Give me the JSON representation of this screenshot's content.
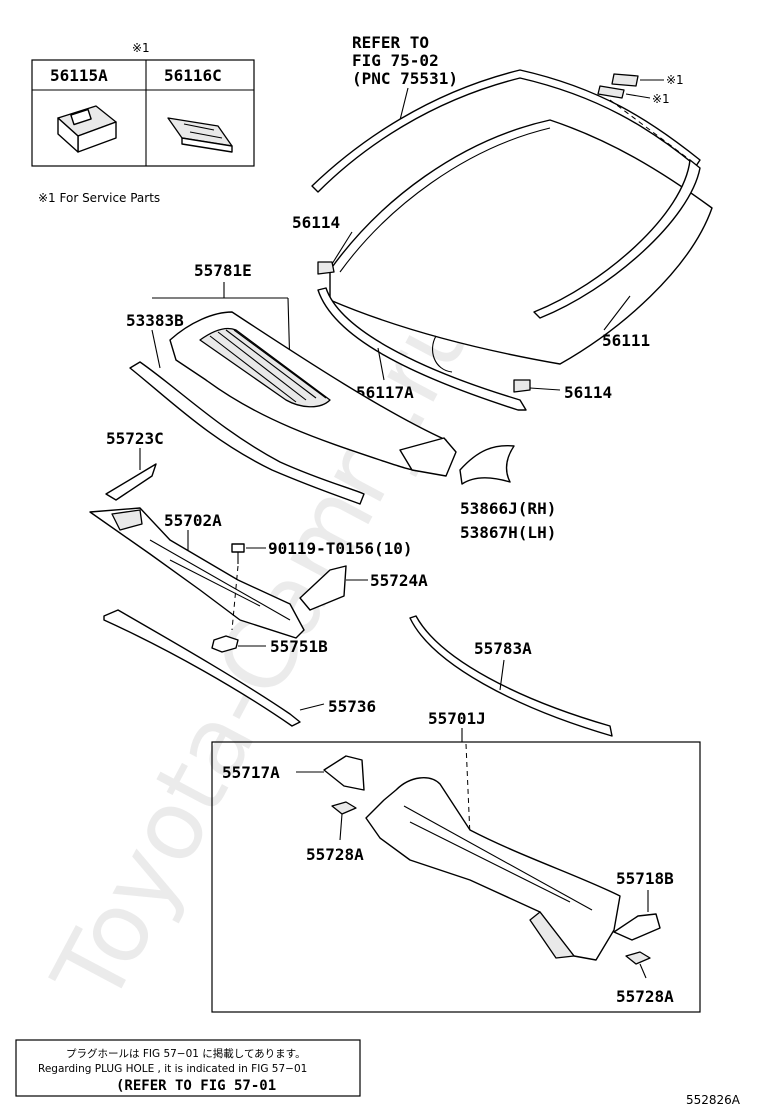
{
  "watermark": "Toyota-Camry.ru",
  "legend_box": {
    "mark": "※1",
    "col1": "56115A",
    "col2": "56116C"
  },
  "service_note": "※1 For Service Parts",
  "refer_text": {
    "line1": "REFER TO",
    "line2": "FIG 75-02",
    "line3": "(PNC 75531)"
  },
  "service_marks": {
    "m1": "※1",
    "m2": "※1"
  },
  "labels": {
    "p56114_top": "56114",
    "p55781e": "55781E",
    "p53383b": "53383B",
    "p56111": "56111",
    "p56117a": "56117A",
    "p56114_bot": "56114",
    "p55723c": "55723C",
    "p55702a": "55702A",
    "p53866j": "53866J(RH)",
    "p53867h": "53867H(LH)",
    "p90119": "90119-T0156(10)",
    "p55724a": "55724A",
    "p55751b": "55751B",
    "p55783a": "55783A",
    "p55736": "55736",
    "p55701j": "55701J",
    "p55717a": "55717A",
    "p55728a_left": "55728A",
    "p55718b": "55718B",
    "p55728a_right": "55728A"
  },
  "bottom_note": {
    "line1_jp": "プラグホールは FIG 57−01 に掲載してあります。",
    "line2": "Regarding  PLUG  HOLE , it is indicated in FIG  57−01",
    "line3": "(REFER  TO  FIG  57-01"
  },
  "figure_id": "552826A"
}
